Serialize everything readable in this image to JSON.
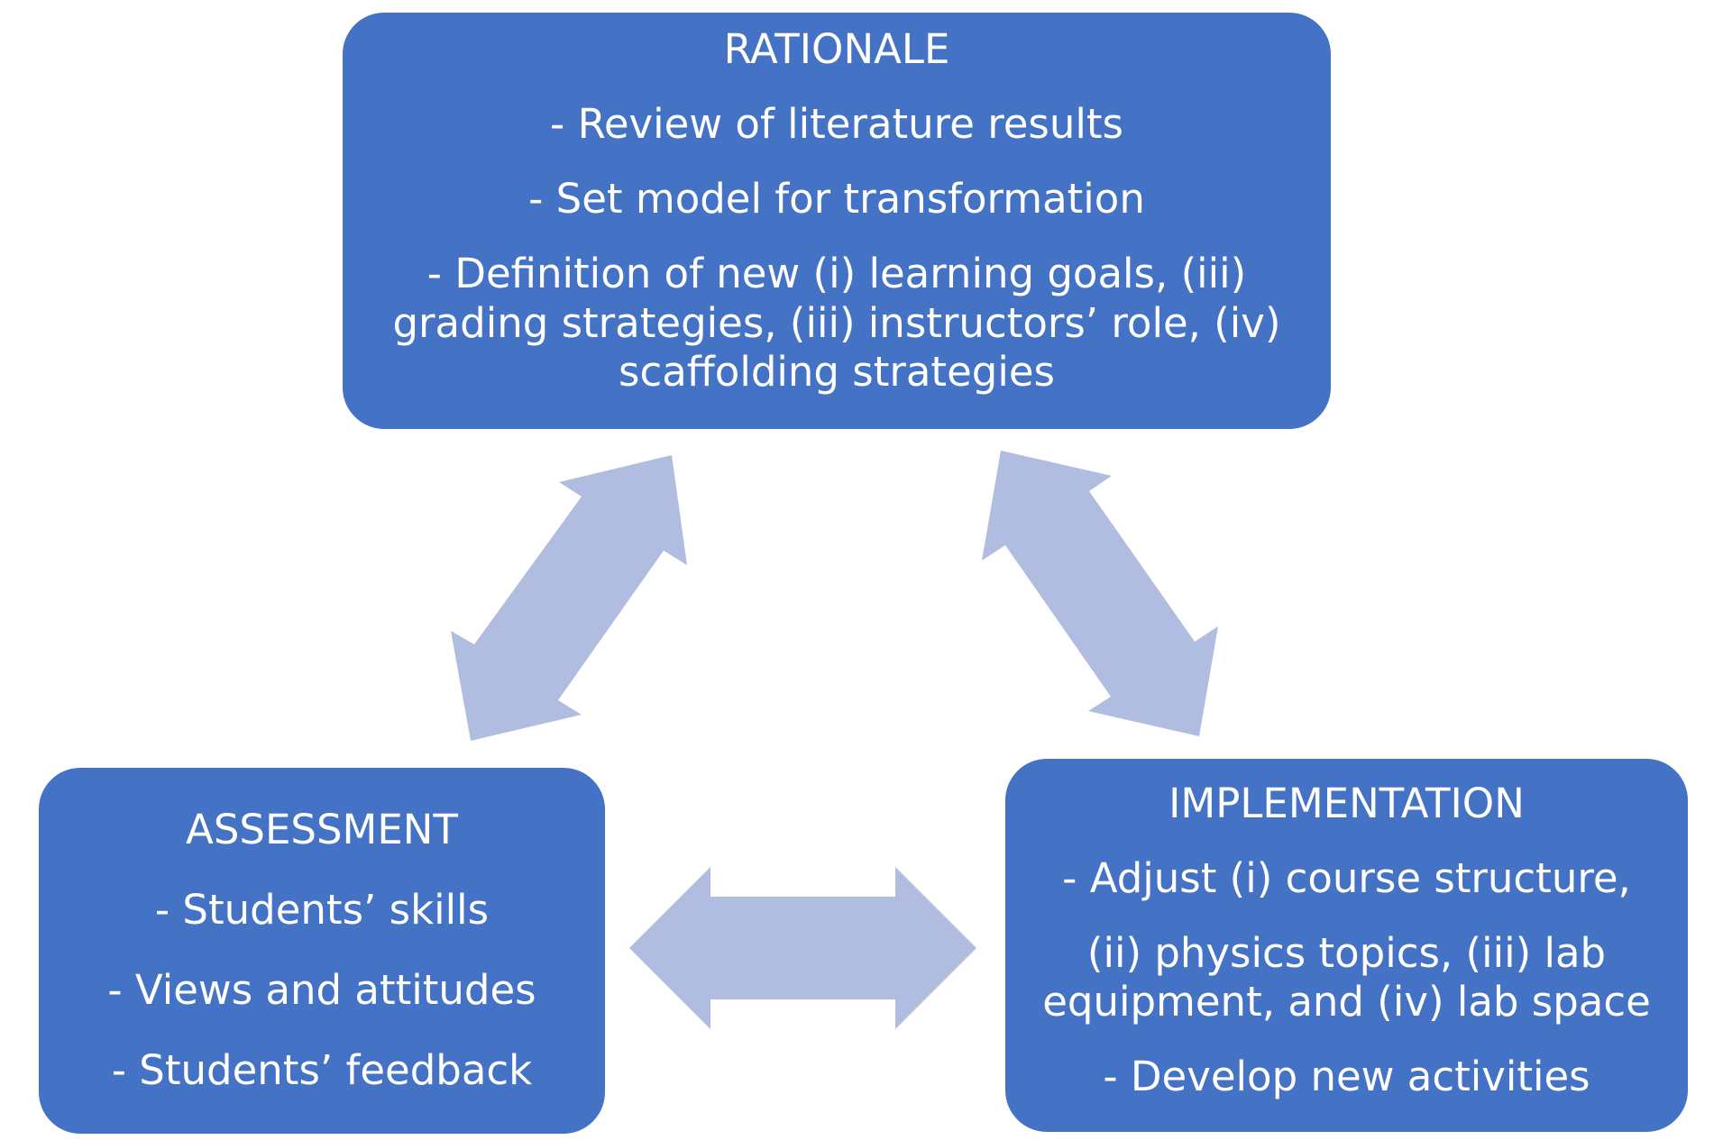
{
  "colors": {
    "box_fill": "#4472c4",
    "box_text": "#ffffff",
    "arrow_fill": "#b0bde0",
    "background": "#ffffff"
  },
  "rationale": {
    "title": "RATIONALE",
    "items": [
      "- Review of literature results",
      "- Set model for transformation",
      "- Definition of new (i) learning goals, (iii) grading strategies, (iii) instructors’ role, (iv) scaffolding strategies"
    ]
  },
  "assessment": {
    "title": "ASSESSMENT",
    "items": [
      "- Students’ skills",
      "- Views and attitudes",
      "- Students’ feedback"
    ]
  },
  "implementation": {
    "title": "IMPLEMENTATION",
    "items": [
      "- Adjust (i) course structure,",
      "(ii) physics  topics, (iii) lab equipment,  and (iv) lab space",
      "- Develop new activities"
    ]
  }
}
